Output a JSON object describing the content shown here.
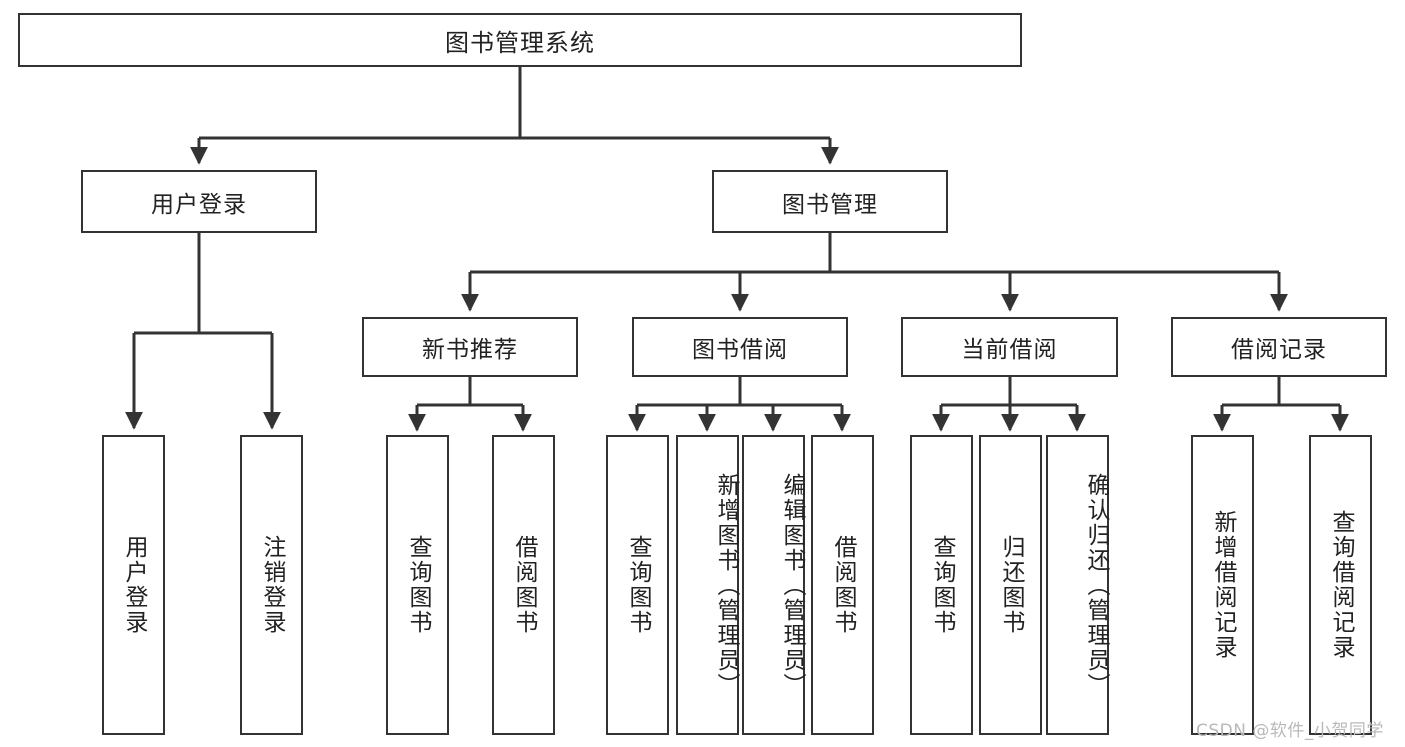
{
  "diagram": {
    "title": "图书管理系统",
    "type": "tree-hierarchy",
    "root": {
      "label": "图书管理系统"
    },
    "level1": [
      {
        "label": "用户登录"
      },
      {
        "label": "图书管理"
      }
    ],
    "level2": [
      {
        "label": "新书推荐"
      },
      {
        "label": "图书借阅"
      },
      {
        "label": "当前借阅"
      },
      {
        "label": "借阅记录"
      }
    ],
    "leaves": {
      "user_login": [
        {
          "label": "用户登录"
        },
        {
          "label": "注销登录"
        }
      ],
      "new_book_recommend": [
        {
          "label": "查询图书"
        },
        {
          "label": "借阅图书"
        }
      ],
      "book_borrow": [
        {
          "label": "查询图书"
        },
        {
          "label": "新增图书（管理员）"
        },
        {
          "label": "编辑图书（管理员）"
        },
        {
          "label": "借阅图书"
        }
      ],
      "current_borrow": [
        {
          "label": "查询图书"
        },
        {
          "label": "归还图书"
        },
        {
          "label": "确认归还（管理员）"
        }
      ],
      "borrow_record": [
        {
          "label": "新增借阅记录"
        },
        {
          "label": "查询借阅记录"
        }
      ]
    }
  },
  "watermark": {
    "text": "CSDN @软件_小贺同学"
  },
  "colors": {
    "stroke": "#333333",
    "background": "#ffffff",
    "text": "#222222",
    "watermark": "#b9b9b9"
  }
}
